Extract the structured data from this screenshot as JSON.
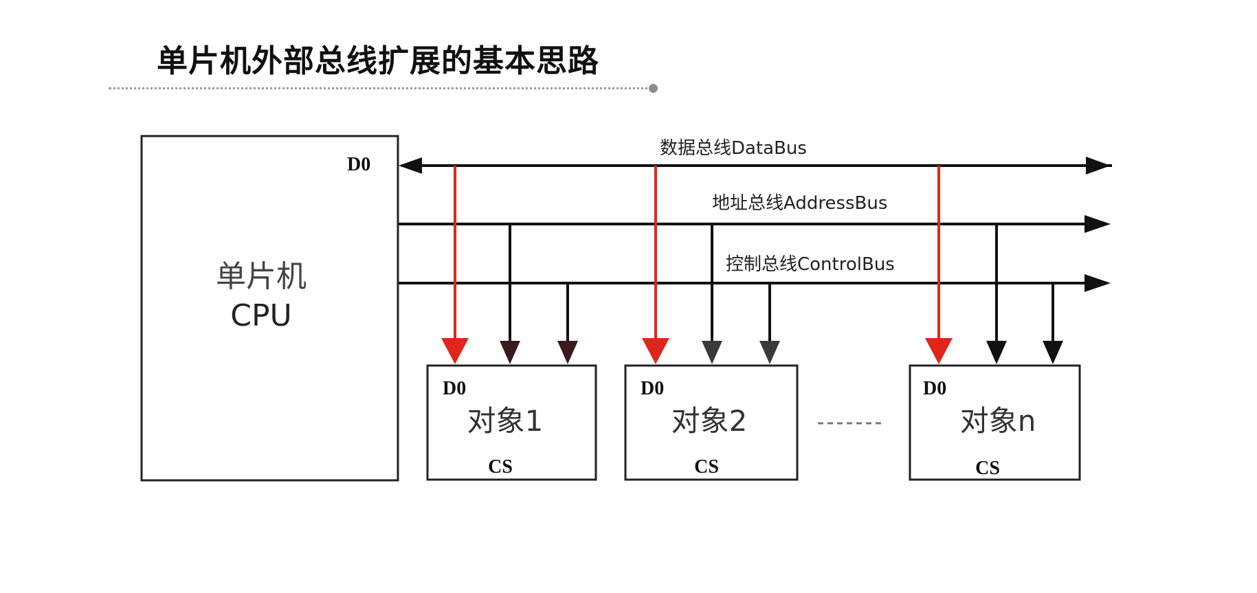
{
  "slide": {
    "title": "单片机外部总线扩展的基本思路"
  },
  "diagram": {
    "cpu": {
      "label_line1": "单片机",
      "label_line2": "CPU",
      "pin": "D0"
    },
    "buses": [
      {
        "id": "data",
        "label": "数据总线DataBus",
        "bidirectional": true
      },
      {
        "id": "address",
        "label": "地址总线AddressBus",
        "bidirectional": false
      },
      {
        "id": "control",
        "label": "控制总线ControlBus",
        "bidirectional": false
      }
    ],
    "devices": [
      {
        "label": "对象1",
        "pin_top": "D0",
        "pin_bottom": "CS"
      },
      {
        "label": "对象2",
        "pin_top": "D0",
        "pin_bottom": "CS"
      },
      {
        "label": "对象n",
        "pin_top": "D0",
        "pin_bottom": "CS"
      }
    ],
    "colors": {
      "line": "#111111",
      "data_tap": "#e0261b",
      "box_border": "#222222"
    }
  }
}
